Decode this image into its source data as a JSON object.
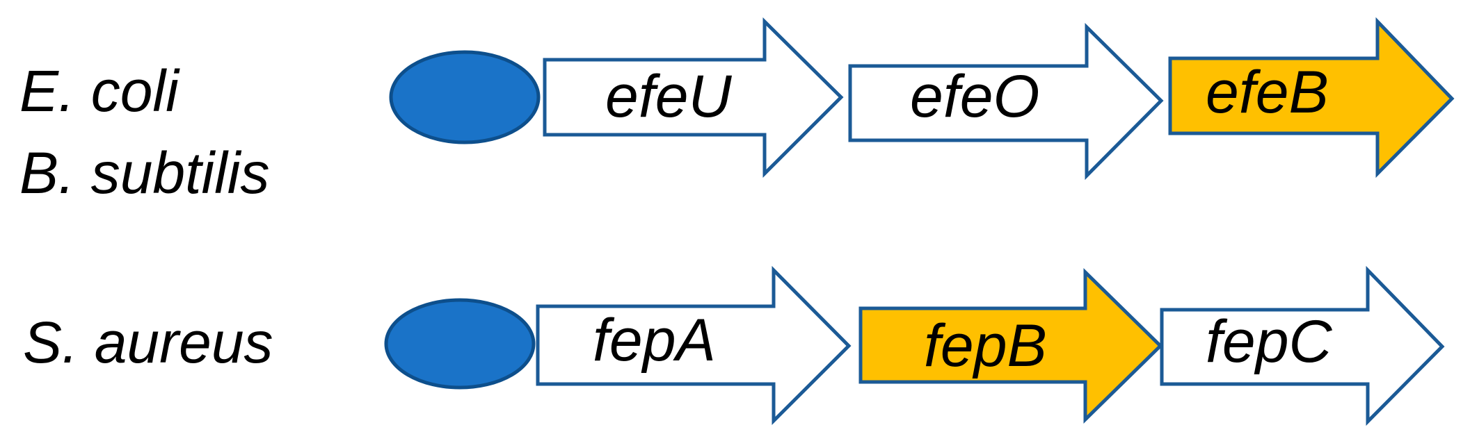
{
  "colors": {
    "promoter_fill": "#1a73c8",
    "promoter_stroke": "#0d4f8c",
    "arrow_stroke": "#1b5a96",
    "highlight_fill": "#ffc000",
    "plain_fill": "#ffffff"
  },
  "rows": [
    {
      "organisms": [
        "E. coli",
        "B. subtilis"
      ],
      "promoter_icon": "promoter-oval",
      "genes": [
        {
          "label": "efeU",
          "highlighted": false
        },
        {
          "label": "efeO",
          "highlighted": false
        },
        {
          "label": "efeB",
          "highlighted": true
        }
      ]
    },
    {
      "organisms": [
        "S. aureus"
      ],
      "promoter_icon": "promoter-oval",
      "genes": [
        {
          "label": "fepA",
          "highlighted": false
        },
        {
          "label": "fepB",
          "highlighted": true
        },
        {
          "label": "fepC",
          "highlighted": false
        }
      ]
    }
  ]
}
